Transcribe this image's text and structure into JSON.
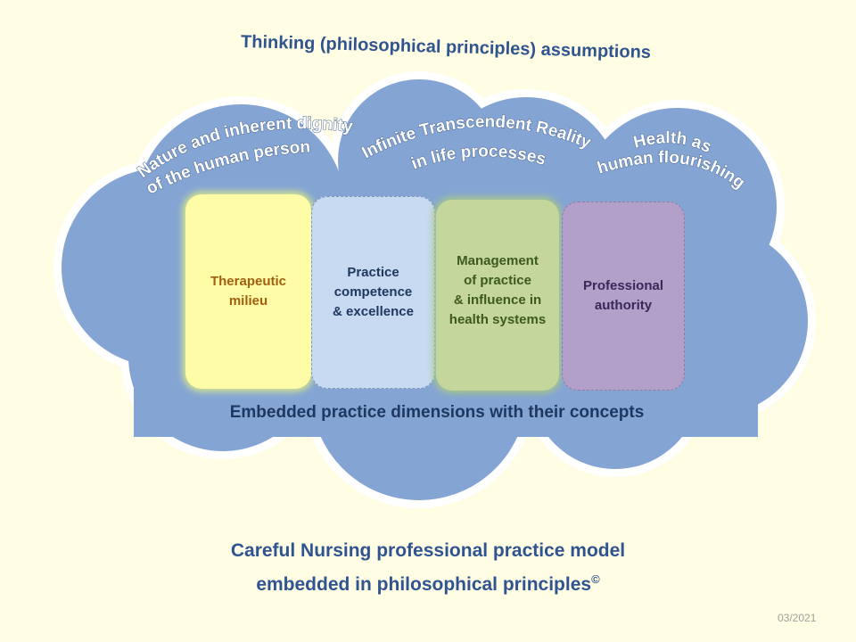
{
  "title": "Thinking (philosophical principles) assumptions",
  "principles": [
    {
      "line1": "Nature and inherent dignity",
      "line2": "of the human person"
    },
    {
      "line1": "Infinite Transcendent Reality",
      "line2": "in life processes"
    },
    {
      "line1": "Health as",
      "line2": "human flourishing"
    }
  ],
  "dimensions": [
    {
      "lines": [
        "Therapeutic",
        "milieu"
      ]
    },
    {
      "lines": [
        "Practice",
        "competence",
        "& excellence"
      ]
    },
    {
      "lines": [
        "Management",
        "of practice",
        "& influence in",
        "health systems"
      ]
    },
    {
      "lines": [
        "Professional",
        "authority"
      ]
    }
  ],
  "dimensions_label": "Embedded practice dimensions with their concepts",
  "caption_line1": "Careful Nursing professional practice model",
  "caption_line2": "embedded in philosophical principles",
  "copyright": "©",
  "date": "03/2021",
  "colors": {
    "cloud": "#84A4D4",
    "background": "#FFFDE4"
  }
}
